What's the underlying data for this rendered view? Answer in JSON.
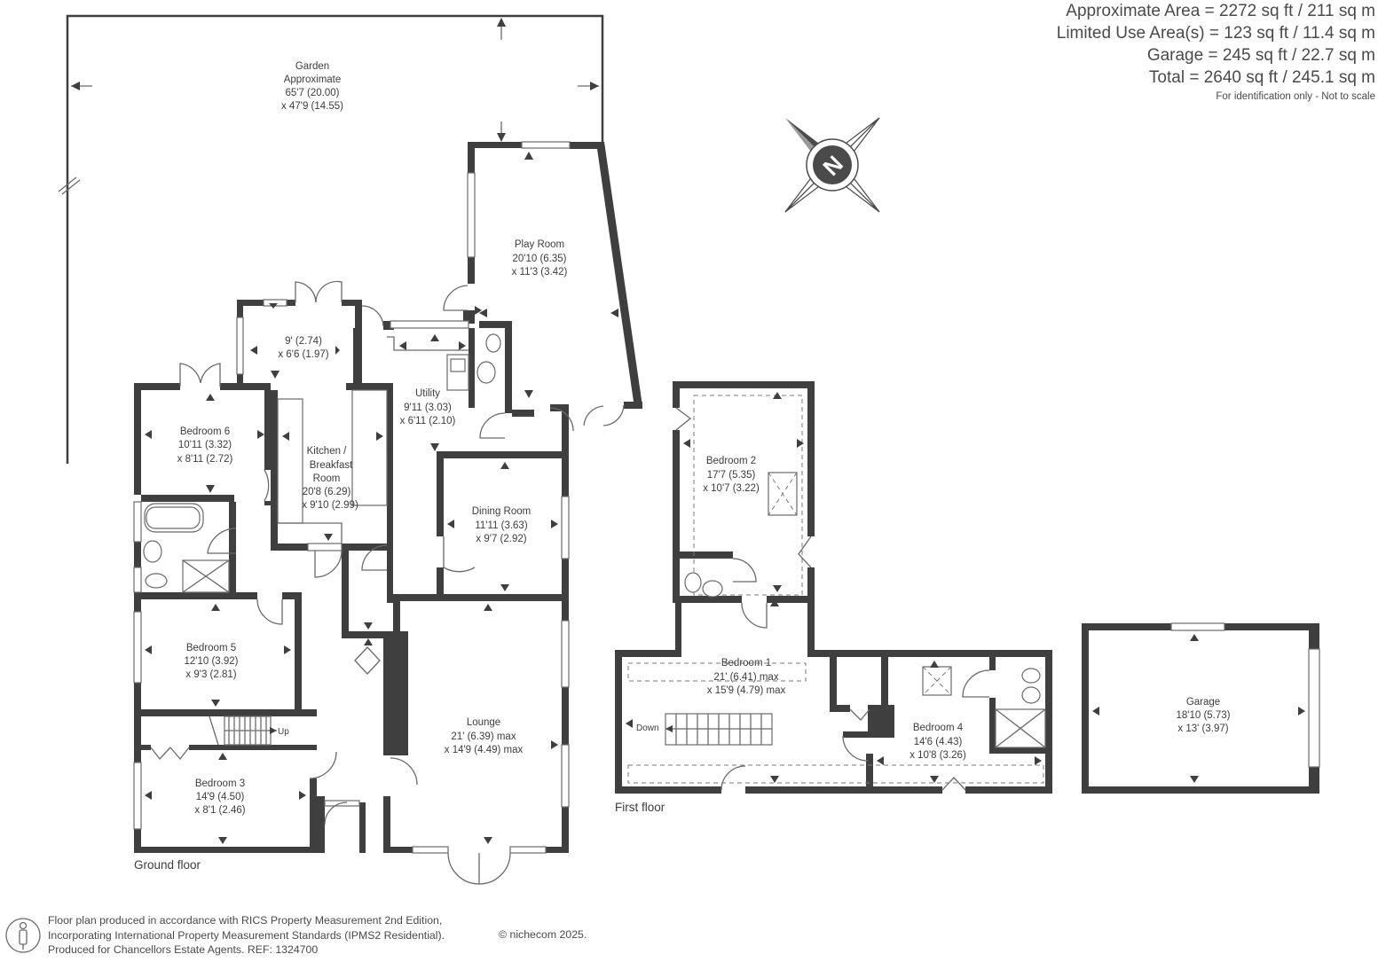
{
  "areas": {
    "approximate": "Approximate Area = 2272 sq ft / 211 sq m",
    "limited_use": "Limited Use Area(s) = 123 sq ft / 11.4 sq m",
    "garage": "Garage = 245 sq ft / 22.7 sq m",
    "total": "Total = 2640 sq ft / 245.1 sq m",
    "note": "For identification only - Not to scale"
  },
  "compass": {
    "label": "N",
    "icon": "compass-icon"
  },
  "floors": {
    "ground": "Ground floor",
    "first": "First floor"
  },
  "rooms": {
    "garden": {
      "l1": "Garden",
      "l2": "Approximate",
      "l3": "65'7 (20.00)",
      "l4": "x 47'9 (14.55)"
    },
    "play_room": {
      "l1": "Play Room",
      "l2": "20'10 (6.35)",
      "l3": "x 11'3 (3.42)"
    },
    "hall_area": {
      "l1": "9' (2.74)",
      "l2": "x 6'6 (1.97)"
    },
    "utility": {
      "l1": "Utility",
      "l2": "9'11 (3.03)",
      "l3": "x 6'11 (2.10)"
    },
    "bedroom6": {
      "l1": "Bedroom 6",
      "l2": "10'11 (3.32)",
      "l3": "x 8'11 (2.72)"
    },
    "kitchen": {
      "l1": "Kitchen /",
      "l2": "Breakfast",
      "l3": "Room",
      "l4": "20'8 (6.29)",
      "l5": "x 9'10 (2.99)"
    },
    "dining": {
      "l1": "Dining Room",
      "l2": "11'11 (3.63)",
      "l3": "x 9'7 (2.92)"
    },
    "bedroom5": {
      "l1": "Bedroom 5",
      "l2": "12'10 (3.92)",
      "l3": "x 9'3 (2.81)"
    },
    "lounge": {
      "l1": "Lounge",
      "l2": "21' (6.39) max",
      "l3": "x 14'9 (4.49) max"
    },
    "bedroom3": {
      "l1": "Bedroom 3",
      "l2": "14'9 (4.50)",
      "l3": "x 8'1 (2.46)"
    },
    "bedroom2": {
      "l1": "Bedroom 2",
      "l2": "17'7 (5.35)",
      "l3": "x 10'7 (3.22)"
    },
    "bedroom1": {
      "l1": "Bedroom 1",
      "l2": "21' (6.41) max",
      "l3": "x 15'9 (4.79) max"
    },
    "bedroom4": {
      "l1": "Bedroom 4",
      "l2": "14'6 (4.43)",
      "l3": "x 10'8 (3.26)"
    },
    "garage": {
      "l1": "Garage",
      "l2": "18'10 (5.73)",
      "l3": "x 13' (3.97)"
    }
  },
  "stairs": {
    "up": "Up",
    "down": "Down"
  },
  "footer": {
    "line1": "Floor plan produced in accordance with RICS Property Measurement 2nd Edition,",
    "line2": "Incorporating International Property Measurement Standards (IPMS2 Residential).",
    "line3": "Produced for Chancellors Estate Agents.   REF: 1324700",
    "copyright": "© nichecom 2025."
  },
  "colors": {
    "wall": "#3f3f3f",
    "text": "#3d3d3d",
    "background": "#ffffff"
  }
}
